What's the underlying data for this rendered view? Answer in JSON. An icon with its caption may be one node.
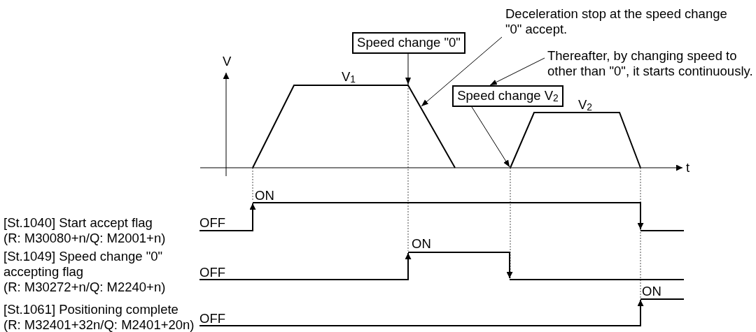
{
  "diagram": {
    "nodes": [
      {
        "text": [
          "Speed change \"0\""
        ]
      },
      {
        "text": [
          "Deceleration stop at the speed change \"0\" accept."
        ]
      },
      {
        "text": [
          "Thereafter, by changing speed to other than \"0\", it starts continuously."
        ]
      },
      {
        "text": [
          "Speed change V$_{2}$"
        ]
      },
      {
        "text": [],
        "shape": "line"
      },
      {
        "text": [],
        "shape": "line"
      }
    ],
    "edges": [
      {
        "from": 0,
        "to": 4,
        "arrow": "to"
      },
      {
        "from": 1,
        "to": 4,
        "arrow": "to"
      },
      {
        "from": 2,
        "to": 3,
        "arrow": "to"
      },
      {
        "from": 3,
        "to": 5,
        "arrow": "to"
      }
    ],
    "labels": [
      "V",
      "V$_{1}$",
      "V$_{2}$",
      "t",
      "ON",
      "[St.1040] Start accept flag (R: M30080+n/Q: M2001+n)",
      "OFF",
      "ON",
      "[St.1049] Speed change \"0\" accepting flag (R: M30272+n/Q: M2240+n)",
      "OFF",
      "ON",
      "[St.1061] Positioning complete (R: M32401+32n/Q: M2401+20n)",
      "OFF"
    ]
  }
}
